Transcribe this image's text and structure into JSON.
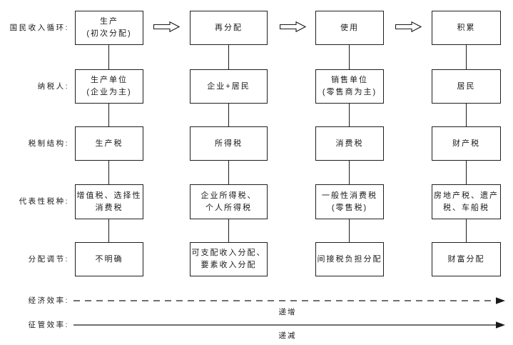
{
  "appearance": {
    "background_color": "#ffffff",
    "ink_color": "#1a1a1a"
  },
  "icons": {
    "stage_arrow": "hollow-right-block-arrow",
    "axis_arrowhead": "filled-right-triangle"
  },
  "grid": {
    "stages": [
      "production",
      "redistribution",
      "use",
      "accumulation"
    ],
    "rows": [
      {
        "id": "cycle",
        "label": "国民收入循环:",
        "cells": [
          [
            "生产",
            "(初次分配)"
          ],
          [
            "再分配"
          ],
          [
            "使用"
          ],
          [
            "积累"
          ]
        ]
      },
      {
        "id": "taxpayer",
        "label": "纳税人:",
        "cells": [
          [
            "生产单位",
            "(企业为主)"
          ],
          [
            "企业+居民"
          ],
          [
            "销售单位",
            "(零售商为主)"
          ],
          [
            "居民"
          ]
        ]
      },
      {
        "id": "tax-structure",
        "label": "税制结构:",
        "cells": [
          [
            "生产税"
          ],
          [
            "所得税"
          ],
          [
            "消费税"
          ],
          [
            "财产税"
          ]
        ]
      },
      {
        "id": "representative-taxes",
        "label": "代表性税种:",
        "cells": [
          [
            "增值税、选择性",
            "消费税"
          ],
          [
            "企业所得税、",
            "个人所得税"
          ],
          [
            "一般性消费税",
            "(零售税)"
          ],
          [
            "房地产税、遗产",
            "税、车船税"
          ]
        ]
      },
      {
        "id": "distribution-adjustment",
        "label": "分配调节:",
        "cells": [
          [
            "不明确"
          ],
          [
            "可支配收入分配、",
            "要素收入分配"
          ],
          [
            "间接税负担分配"
          ],
          [
            "财富分配"
          ]
        ]
      }
    ]
  },
  "axes": [
    {
      "label": "经济效率:",
      "caption": "递增",
      "style": "dashed"
    },
    {
      "label": "征管效率:",
      "caption": "递减",
      "style": "solid"
    }
  ]
}
